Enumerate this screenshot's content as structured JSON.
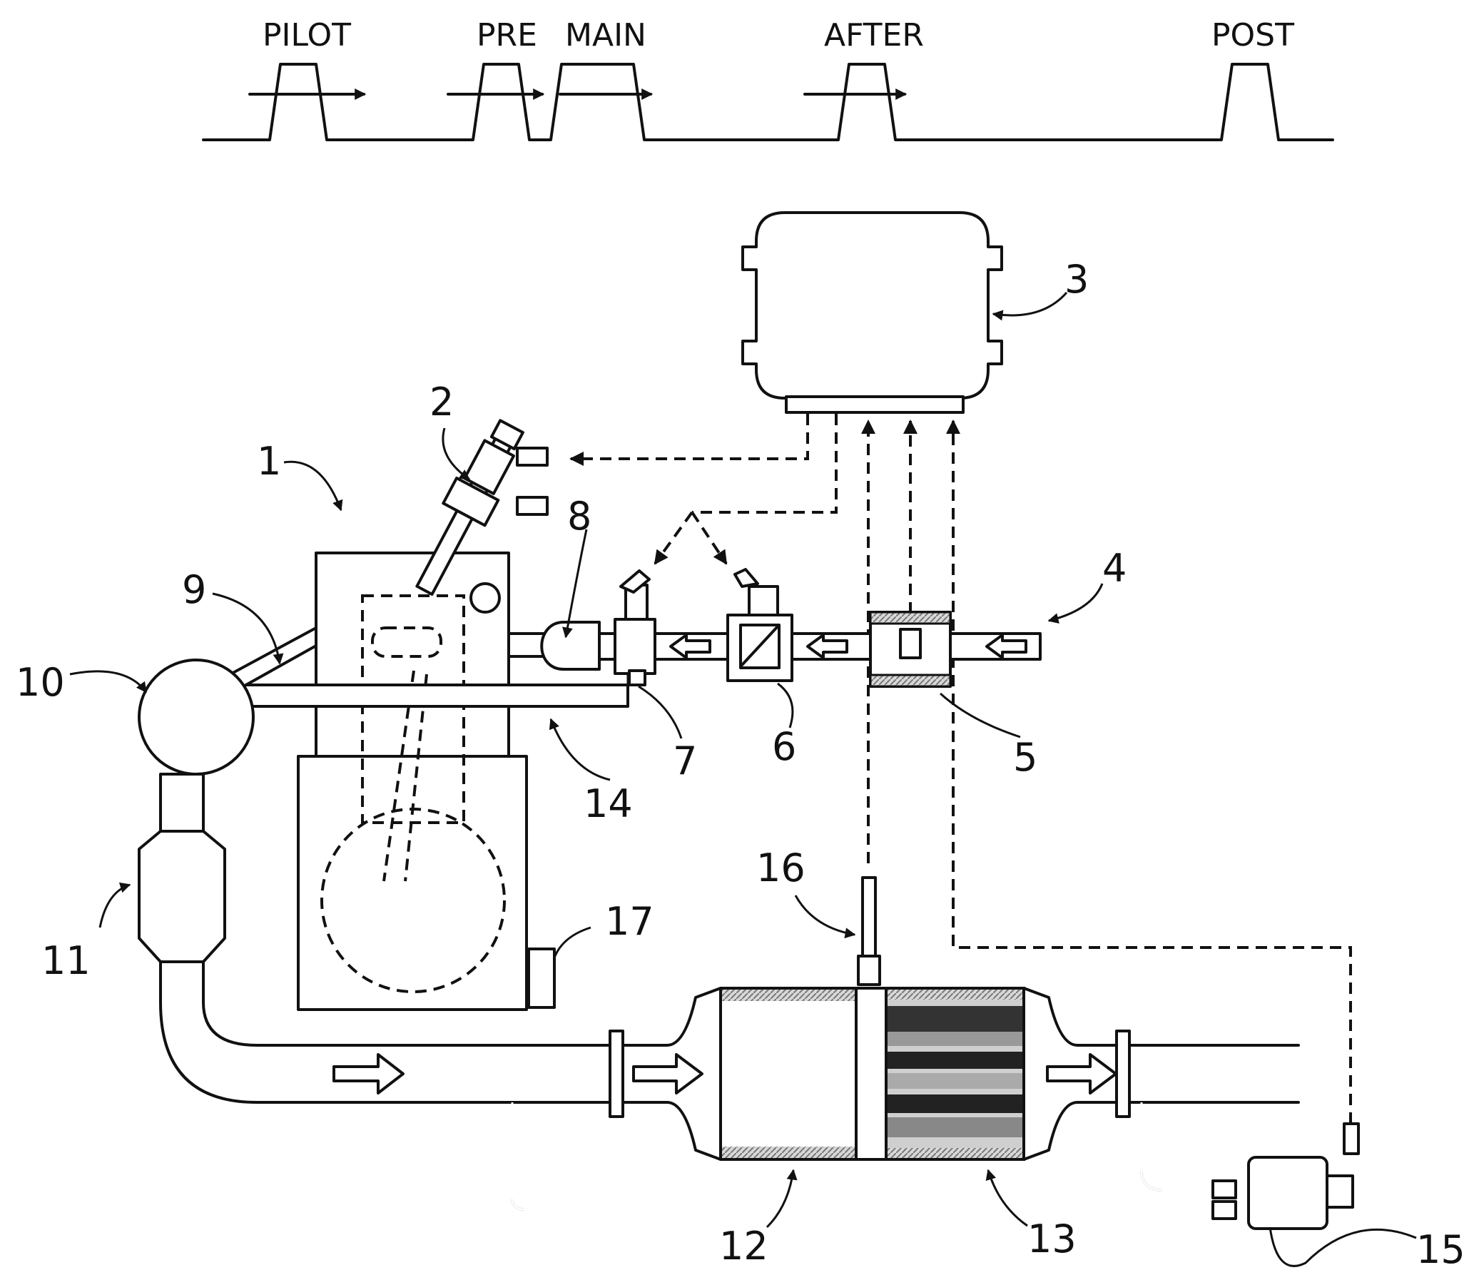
{
  "pulses": {
    "pilot": "PILOT",
    "pre": "PRE",
    "main": "MAIN",
    "after": "AFTER",
    "post": "POST"
  },
  "refs": {
    "r1": "1",
    "r2": "2",
    "r3": "3",
    "r4": "4",
    "r5": "5",
    "r6": "6",
    "r7": "7",
    "r8": "8",
    "r9": "9",
    "r10": "10",
    "r11": "11",
    "r12": "12",
    "r13": "13",
    "r14": "14",
    "r15": "15",
    "r16": "16",
    "r17": "17"
  }
}
